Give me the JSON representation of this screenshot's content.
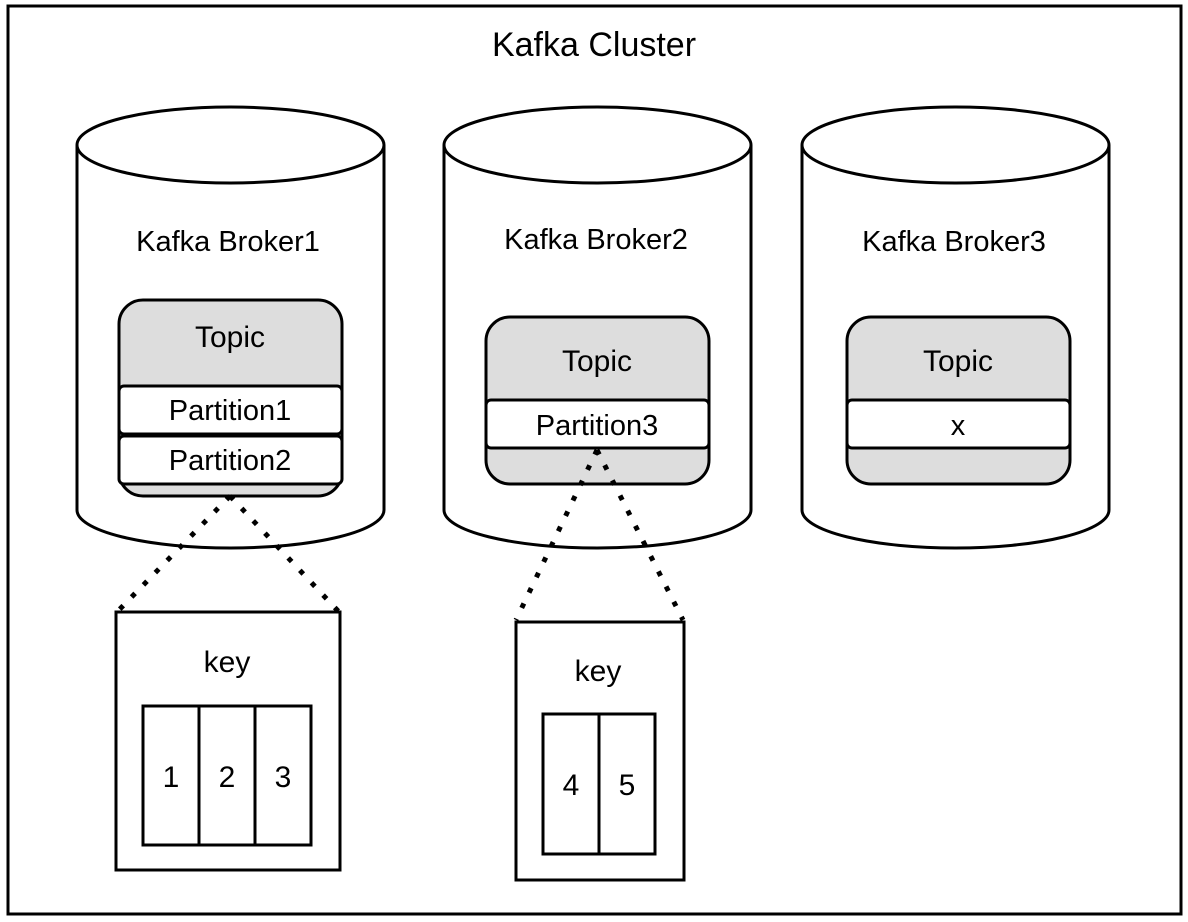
{
  "cluster": {
    "title": "Kafka Cluster"
  },
  "brokers": [
    {
      "name": "Kafka Broker1",
      "topic": {
        "label": "Topic",
        "partitions": [
          "Partition1",
          "Partition2"
        ]
      }
    },
    {
      "name": "Kafka Broker2",
      "topic": {
        "label": "Topic",
        "partitions": [
          "Partition3"
        ]
      }
    },
    {
      "name": "Kafka Broker3",
      "topic": {
        "label": "Topic",
        "partitions": [
          "x"
        ]
      }
    }
  ],
  "key_boxes": [
    {
      "label": "key",
      "cells": [
        "1",
        "2",
        "3"
      ]
    },
    {
      "label": "key",
      "cells": [
        "4",
        "5"
      ]
    }
  ],
  "colors": {
    "topic_fill": "#dddddd",
    "stroke": "#000000",
    "background": "#ffffff"
  }
}
